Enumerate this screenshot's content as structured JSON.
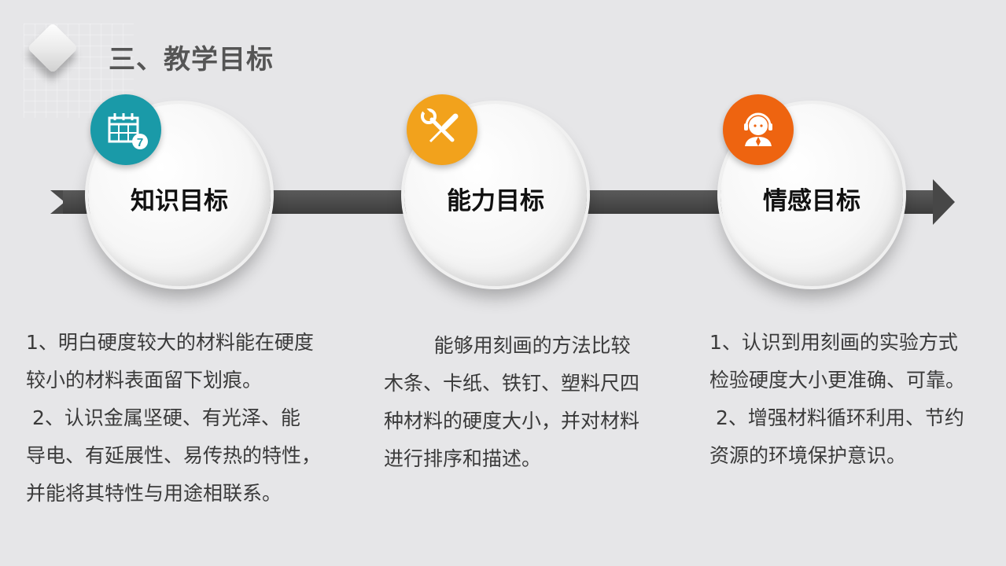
{
  "header": {
    "title": "三、教学目标"
  },
  "colors": {
    "teal": "#1a9aa8",
    "orange": "#f2a21c",
    "red_orange": "#ee6410",
    "bar": "#484848"
  },
  "goals": [
    {
      "title": "知识目标",
      "icon": "calendar-icon",
      "icon_text": "7",
      "lines": [
        "1、明白硬度较大的材料能在硬度",
        "较小的材料表面留下划痕。",
        " 2、认识金属坚硬、有光泽、能",
        "导电、有延展性、易传热的特性，",
        "并能将其特性与用途相联系。"
      ]
    },
    {
      "title": "能力目标",
      "icon": "tools-icon",
      "lines": [
        "        能够用刻画的方法比较",
        "木条、卡纸、铁钉、塑料尺四",
        "种材料的硬度大小，并对材料",
        "进行排序和描述。"
      ]
    },
    {
      "title": "情感目标",
      "icon": "headset-person-icon",
      "lines": [
        "1、认识到用刻画的实验方式",
        "检验硬度大小更准确、可靠。",
        " 2、增强材料循环利用、节约",
        "资源的环境保护意识。"
      ]
    }
  ]
}
